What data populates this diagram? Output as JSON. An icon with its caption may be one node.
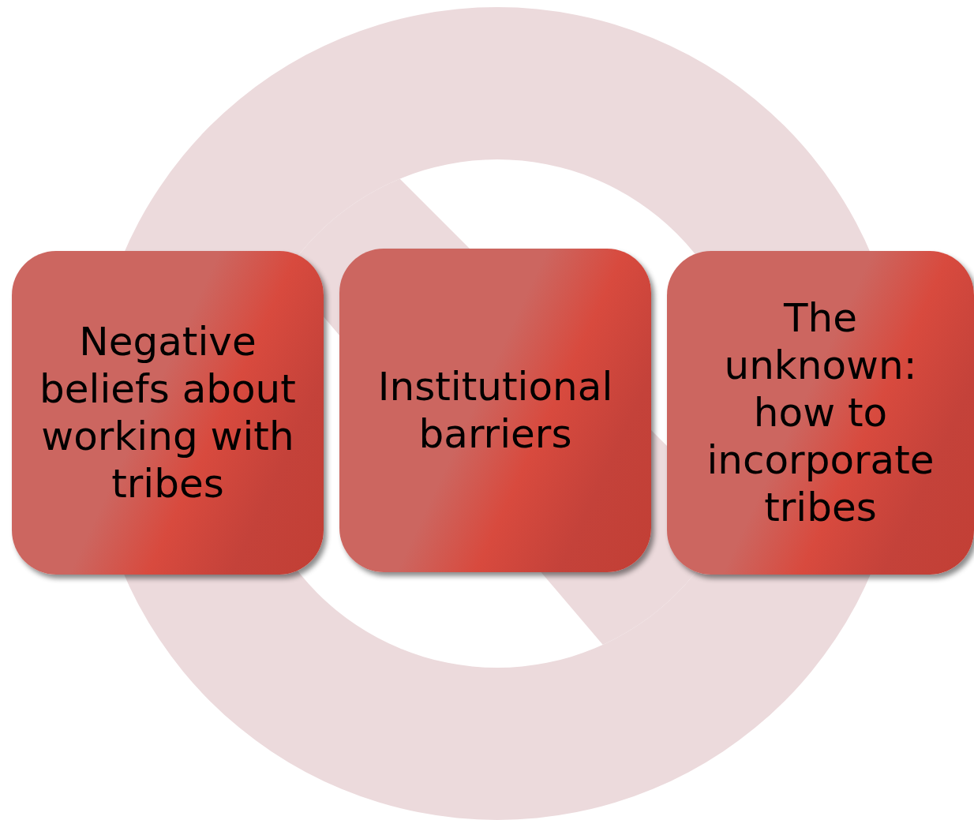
{
  "diagram": {
    "nodes": [
      {
        "text": [
          "Negative beliefs about working with tribes"
        ]
      },
      {
        "text": [
          "Institutional barriers"
        ]
      },
      {
        "text": [
          "The unknown: how to incorporate tribes"
        ]
      }
    ]
  }
}
